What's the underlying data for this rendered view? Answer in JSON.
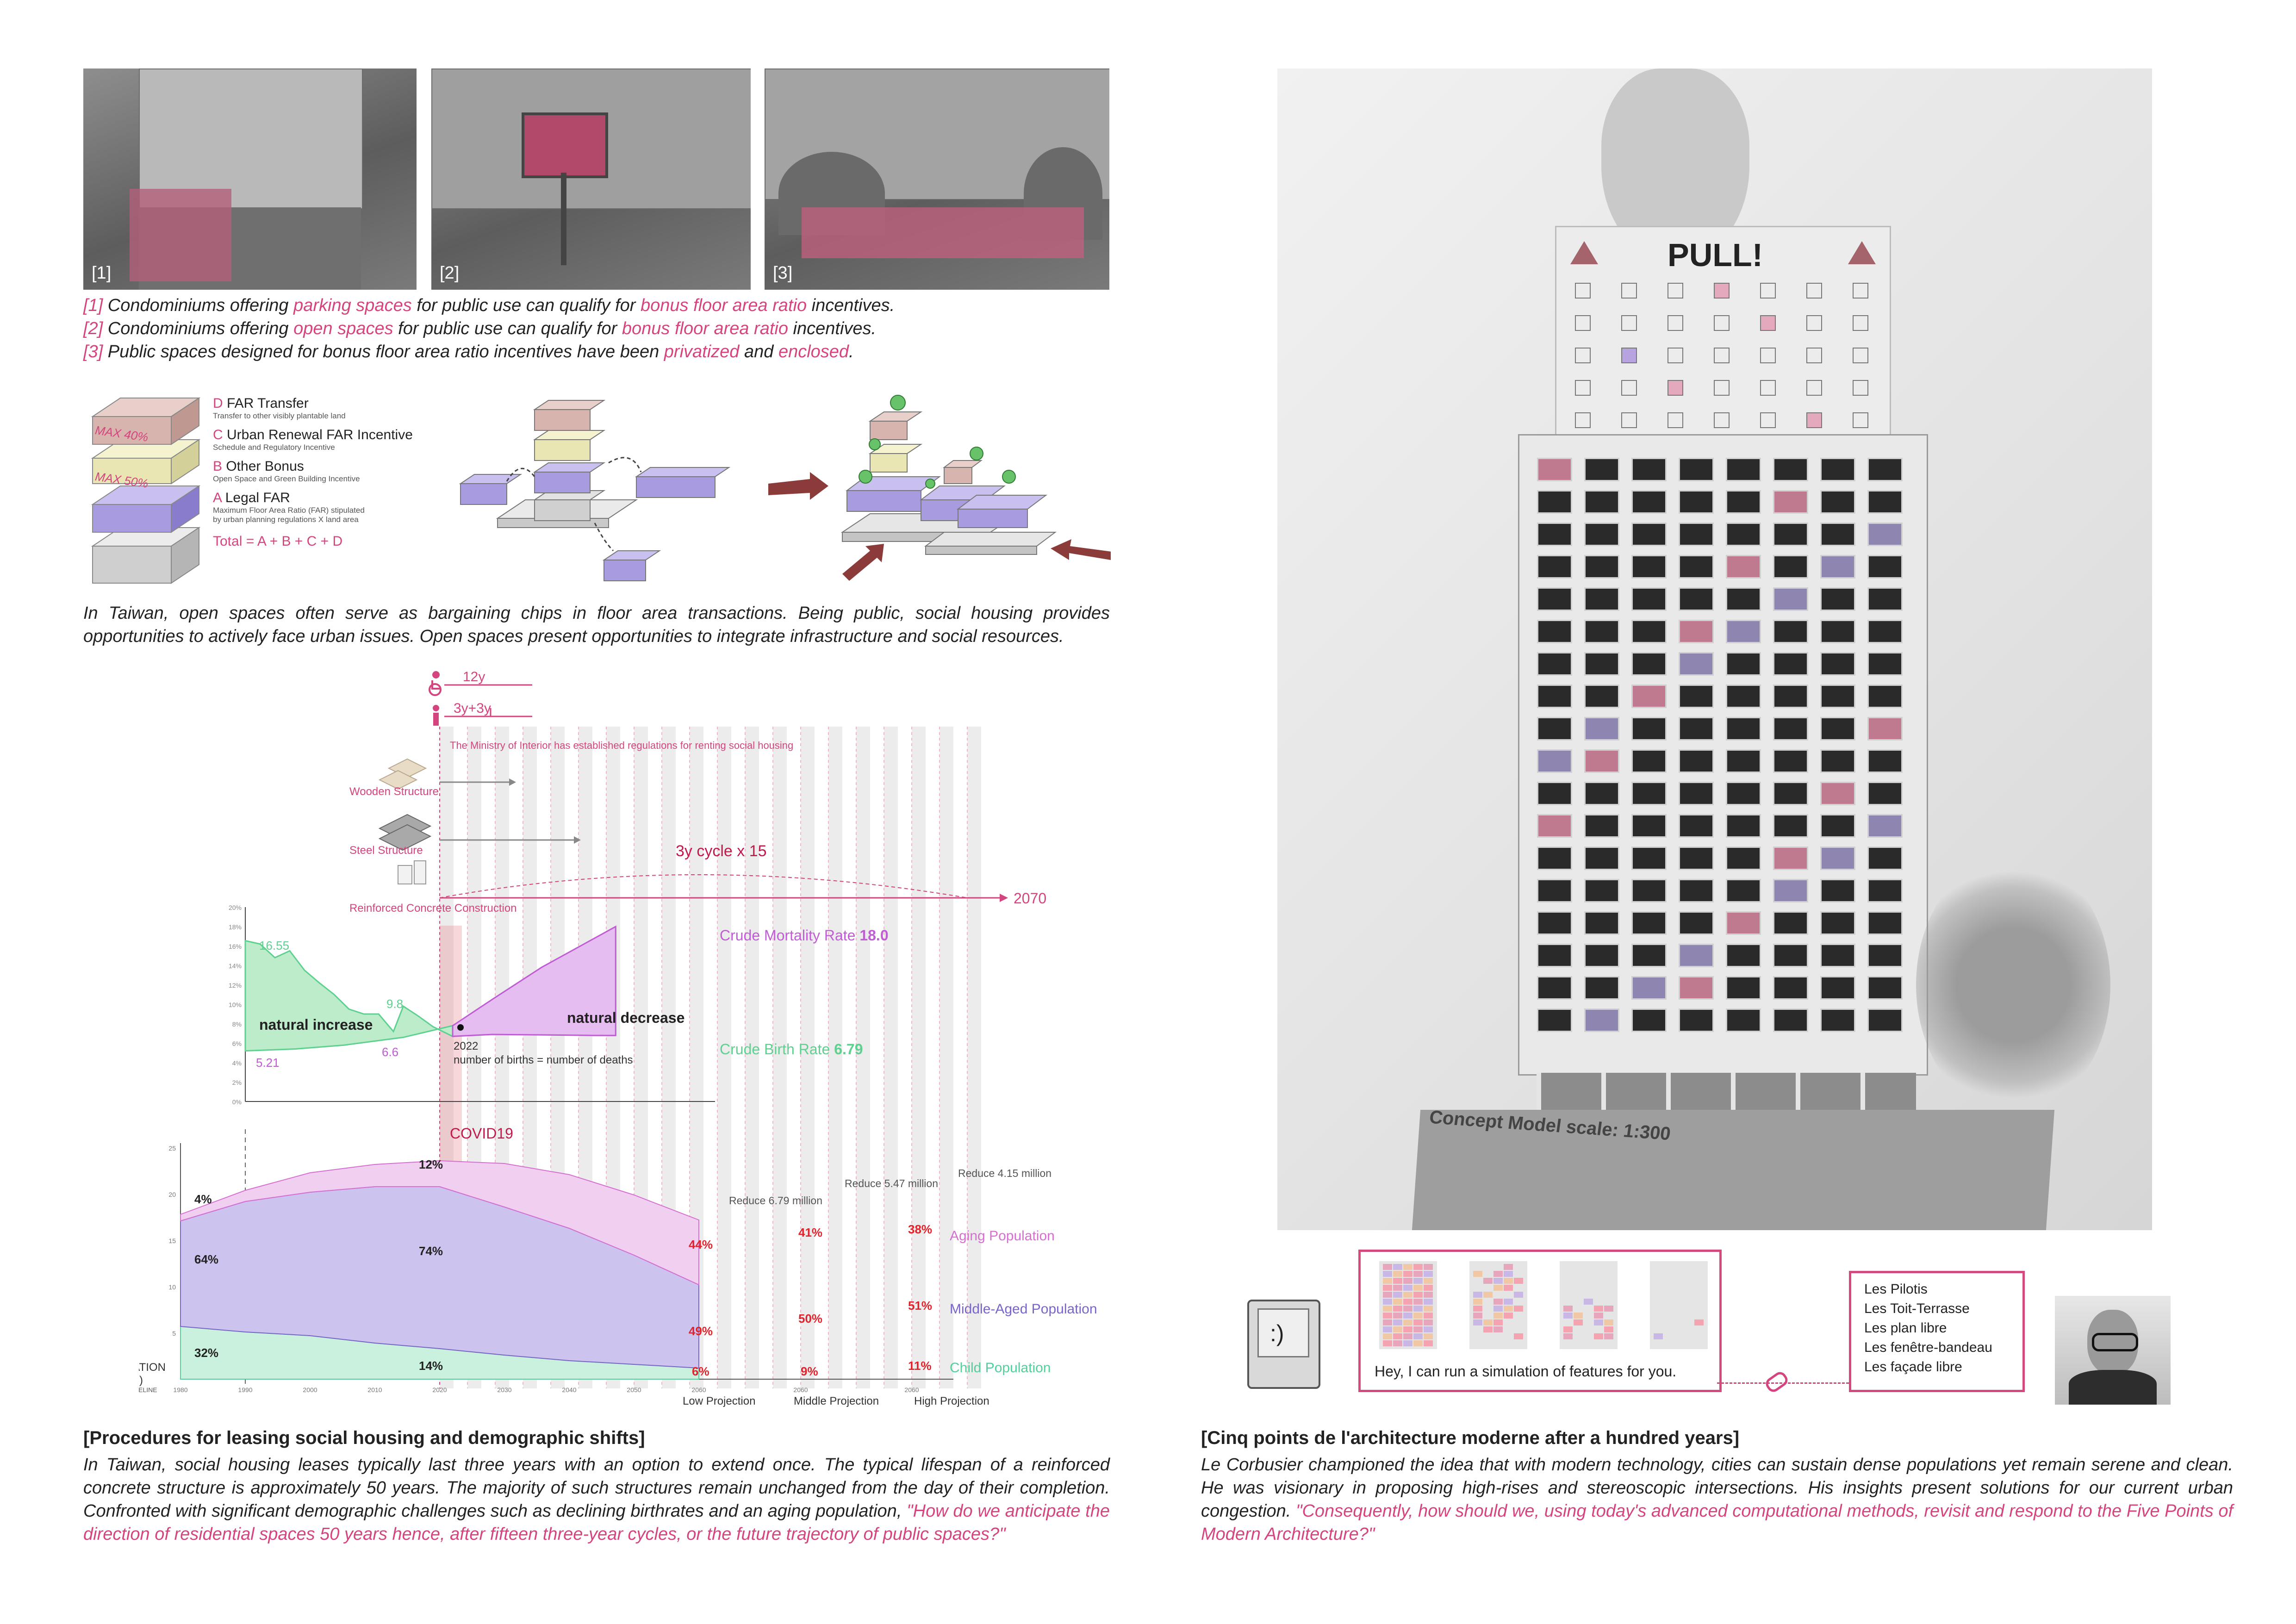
{
  "photos": [
    {
      "tag": "[1]"
    },
    {
      "tag": "[2]"
    },
    {
      "tag": "[3]"
    }
  ],
  "captions": [
    {
      "num": "[1]",
      "a": " Condominiums offering ",
      "b": "parking spaces",
      "c": " for public use can qualify for ",
      "d": "bonus floor area ratio",
      "e": " incentives."
    },
    {
      "num": "[2]",
      "a": " Condominiums offering ",
      "b": "open spaces",
      "c": " for public use can qualify for ",
      "d": "bonus floor area ratio",
      "e": " incentives."
    },
    {
      "num": "[3]",
      "a": " Public spaces designed for bonus floor area ratio incentives have been ",
      "b": "privatized",
      "c": " and ",
      "d": "enclosed",
      "e": "."
    }
  ],
  "far_legend": {
    "max40": "MAX 40%",
    "max50": "MAX 50%",
    "items": [
      {
        "letter": "D",
        "title": " FAR Transfer",
        "sub": "Transfer to other visibly plantable land"
      },
      {
        "letter": "C",
        "title": " Urban Renewal FAR Incentive",
        "sub": "Schedule and Regulatory Incentive"
      },
      {
        "letter": "B",
        "title": " Other Bonus",
        "sub": "Open Space and Green Building Incentive"
      },
      {
        "letter": "A",
        "title": " Legal FAR",
        "sub": "Maximum Floor Area Ratio (FAR) stipulated",
        "sub2": "by urban planning regulations X  land area"
      }
    ],
    "total": "Total = A + B + C + D"
  },
  "intro_paragraph": "In Taiwan, open spaces often serve as bargaining chips in floor area transactions. Being public, social housing provides opportunities to actively face urban issues. Open spaces present opportunities to integrate infrastructure and social resources.",
  "timeline": {
    "lease_12y": "12y",
    "lease_3y3y": "3y+3y",
    "ministry_note": "The Ministry of Interior has established regulations for renting social housing",
    "wooden": "Wooden Structure",
    "steel": "Steel Structure",
    "concrete": "Reinforced Concrete Construction",
    "cycle": "3y cycle x 15",
    "end_year": "2070"
  },
  "rates_chart": {
    "yticks": [
      "20%",
      "18%",
      "16%",
      "14%",
      "12%",
      "10%",
      "8%",
      "6%",
      "4%",
      "2%",
      "0%"
    ],
    "birth_1980": "16.55",
    "birth_2012": "9.8",
    "death_1980": "5.21",
    "death_2012": "6.6",
    "natural_increase": "natural increase",
    "natural_decrease": "natural decrease",
    "year_2022": "2022",
    "equal_note": "number of births = number of deaths",
    "mortality_label": "Crude Mortality Rate ",
    "mortality_value": "18.0",
    "birth_label": "Crude Birth Rate ",
    "birth_value": "6.79",
    "colors": {
      "birth": "#5ed08f",
      "death": "#c05cd4"
    }
  },
  "population_chart": {
    "covid": "COVID19",
    "yticks": [
      "25",
      "20",
      "15",
      "10",
      "5"
    ],
    "ylabel": "POPULATION",
    "yunit": "(Million)",
    "timeline_word": "TIMELINE",
    "xticks": [
      "1980",
      "1990",
      "2000",
      "2010",
      "2020",
      "2030",
      "2040",
      "2050",
      "2060"
    ],
    "x_2060": [
      "2060",
      "2060"
    ],
    "share_1980": {
      "aging": "4%",
      "middle": "64%",
      "child": "32%"
    },
    "share_2020": {
      "aging": "12%",
      "middle": "74%",
      "child": "14%"
    },
    "low": {
      "aging": "44%",
      "middle": "49%",
      "child": "6%"
    },
    "mid": {
      "aging": "41%",
      "middle": "50%",
      "child": "9%"
    },
    "high": {
      "aging": "38%",
      "middle": "51%",
      "child": "11%"
    },
    "reduce": [
      "Reduce 6.79 million",
      "Reduce 5.47 million",
      "Reduce 4.15 million"
    ],
    "series": {
      "aging": "Aging Population",
      "middle": "Middle-Aged Population",
      "child": "Child Population"
    },
    "projections": [
      "Low Projection",
      "Middle Projection",
      "High Projection"
    ],
    "colors": {
      "aging": "#d56fd0",
      "middle": "#7a64c9",
      "child": "#52cf9a"
    }
  },
  "left_section": {
    "heading": "[Procedures for leasing social housing and demographic shifts]",
    "body": "In Taiwan, social housing leases typically last three years with an option to extend once. The typical lifespan of a reinforced concrete structure is approximately 50 years. The majority of such structures remain unchanged from the day of their completion. Confronted with significant demographic challenges such as declining birthrates and an aging population, ",
    "quote": "\"How do we anticipate the direction of residential spaces 50 years hence, after fifteen three-year cycles, or the future trajectory of public spaces?\""
  },
  "model_photo": {
    "pull": "PULL!",
    "base_label": "Concept Model scale: 1:300"
  },
  "simulation": {
    "message": "Hey, I can run a simulation of features for you."
  },
  "five_points": [
    "Les Pilotis",
    "Les Toit-Terrasse",
    "Les plan libre",
    "Les fenêtre-bandeau",
    "Les façade libre"
  ],
  "right_section": {
    "heading": "[Cinq points de l'architecture moderne after a hundred years]",
    "body": "Le Corbusier championed the idea that with modern technology, cities can sustain dense populations yet remain serene and clean. He was visionary in proposing high-rises and stereoscopic intersections. His insights present solutions for our current urban congestion. ",
    "quote": "\"Consequently, how should we, using today's advanced computational methods, revisit and respond to the Five Points of Modern Architecture?\""
  },
  "colors": {
    "accent": "#d4447e",
    "far_d": "#d7b4ad",
    "far_c": "#e9e6b4",
    "far_b": "#a89be0",
    "far_a": "#d9d9d9"
  }
}
